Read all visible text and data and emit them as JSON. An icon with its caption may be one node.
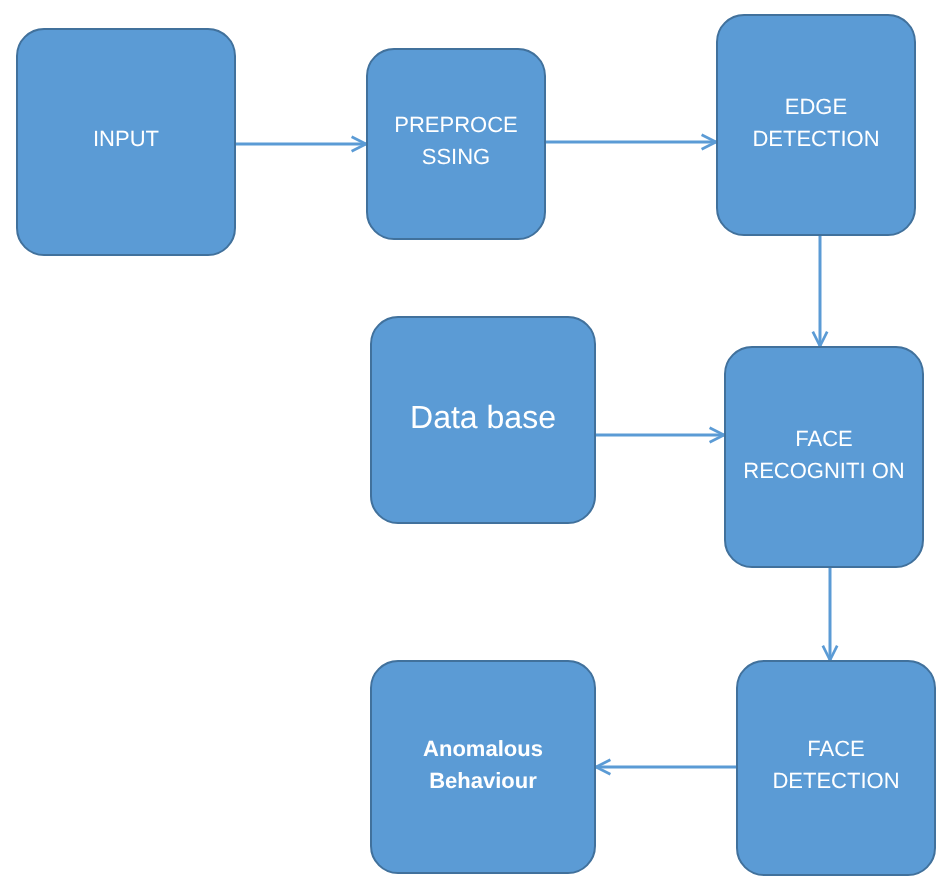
{
  "diagram": {
    "nodes": [
      {
        "text": [
          "INPUT"
        ]
      },
      {
        "text": [
          "PREPROCE SSING"
        ]
      },
      {
        "text": [
          "EDGE DETECTION"
        ]
      },
      {
        "text": [
          "Data base"
        ]
      },
      {
        "text": [
          "FACE RECOGNITI ON"
        ]
      },
      {
        "text": [
          "FACE DETECTION"
        ]
      },
      {
        "text": [
          "Anomalous Behaviour"
        ]
      }
    ],
    "edges": [
      {
        "from": 0,
        "to": 1,
        "arrow": "to"
      },
      {
        "from": 1,
        "to": 2,
        "arrow": "to"
      },
      {
        "from": 2,
        "to": 4,
        "arrow": "to"
      },
      {
        "from": 3,
        "to": 4,
        "arrow": "to"
      },
      {
        "from": 4,
        "to": 5,
        "arrow": "to"
      },
      {
        "from": 5,
        "to": 6,
        "arrow": "to"
      }
    ]
  }
}
